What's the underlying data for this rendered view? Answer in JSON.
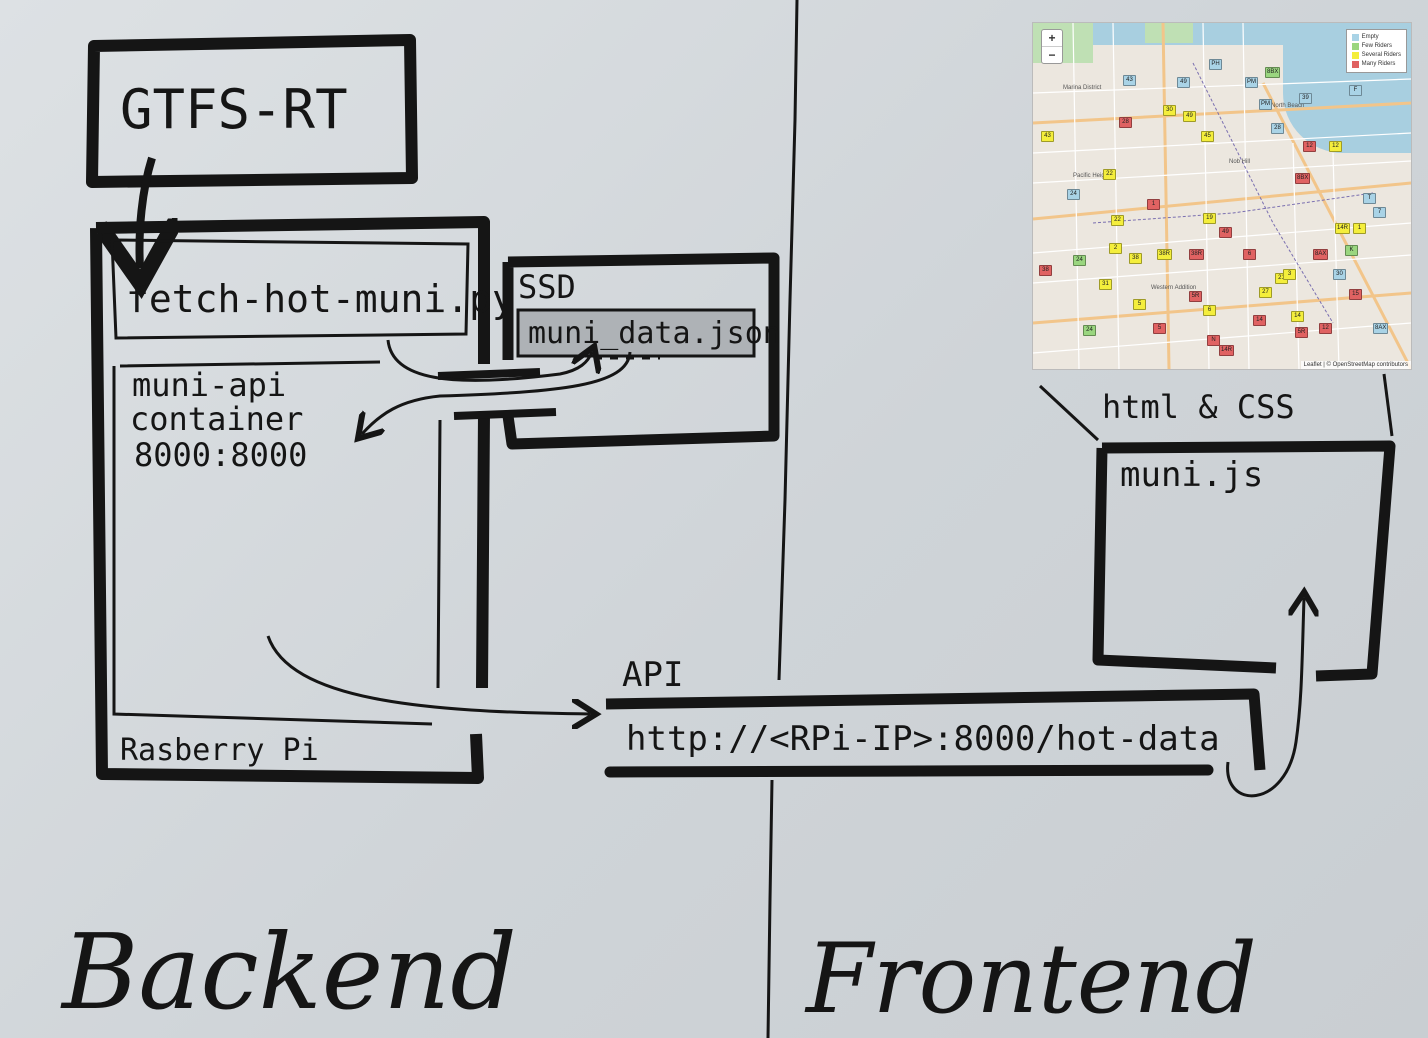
{
  "backend": {
    "gtfs_label": "GTFS-RT",
    "script_label": "fetch-hot-muni.py",
    "container_line1": "muni-api",
    "container_line2": "container",
    "container_line3": "8000:8000",
    "ssd_label": "SSD",
    "json_file_label": "muni_data.json",
    "pi_label": "Rasberry Pi",
    "section_label": "Backend"
  },
  "api": {
    "label": "API",
    "url": "http://<RPi-IP>:8000/hot-data"
  },
  "frontend": {
    "html_css_label": "html & CSS",
    "js_label": "muni.js",
    "section_label": "Frontend"
  },
  "map": {
    "zoom_in": "+",
    "zoom_out": "−",
    "legend": [
      {
        "label": "Empty",
        "color": "#a9d3e6"
      },
      {
        "label": "Few Riders",
        "color": "#9ad67f"
      },
      {
        "label": "Several Riders",
        "color": "#f4ee3c"
      },
      {
        "label": "Many Riders",
        "color": "#e06262"
      }
    ],
    "attribution": "Leaflet | © OpenStreetMap contributors",
    "place_labels": [
      "Marina District",
      "Nob Hill",
      "North Beach",
      "Western Addition",
      "Pacific Heights"
    ],
    "markers": [
      {
        "t": "PH",
        "c": "empty"
      },
      {
        "t": "43",
        "c": "empty"
      },
      {
        "t": "49",
        "c": "empty"
      },
      {
        "t": "8BX",
        "c": "few"
      },
      {
        "t": "PM",
        "c": "empty"
      },
      {
        "t": "30",
        "c": "several"
      },
      {
        "t": "28",
        "c": "many"
      },
      {
        "t": "49",
        "c": "several"
      },
      {
        "t": "45",
        "c": "several"
      },
      {
        "t": "12",
        "c": "many"
      },
      {
        "t": "12",
        "c": "several"
      },
      {
        "t": "22",
        "c": "several"
      },
      {
        "t": "43",
        "c": "several"
      },
      {
        "t": "8BX",
        "c": "many"
      },
      {
        "t": "24",
        "c": "empty"
      },
      {
        "t": "1",
        "c": "many"
      },
      {
        "t": "19",
        "c": "several"
      },
      {
        "t": "22",
        "c": "several"
      },
      {
        "t": "38",
        "c": "several"
      },
      {
        "t": "38R",
        "c": "several"
      },
      {
        "t": "38R",
        "c": "many"
      },
      {
        "t": "14R",
        "c": "several"
      },
      {
        "t": "8AX",
        "c": "many"
      },
      {
        "t": "24",
        "c": "few"
      },
      {
        "t": "31",
        "c": "several"
      },
      {
        "t": "5R",
        "c": "many"
      },
      {
        "t": "27",
        "c": "several"
      },
      {
        "t": "14",
        "c": "many"
      },
      {
        "t": "15",
        "c": "many"
      },
      {
        "t": "38",
        "c": "many"
      },
      {
        "t": "5",
        "c": "several"
      },
      {
        "t": "6",
        "c": "several"
      },
      {
        "t": "14",
        "c": "several"
      },
      {
        "t": "12",
        "c": "many"
      },
      {
        "t": "8AX",
        "c": "empty"
      },
      {
        "t": "24",
        "c": "few"
      },
      {
        "t": "N",
        "c": "many"
      },
      {
        "t": "14R",
        "c": "many"
      },
      {
        "t": "5R",
        "c": "many"
      },
      {
        "t": "21",
        "c": "several"
      },
      {
        "t": "7",
        "c": "empty"
      },
      {
        "t": "30",
        "c": "empty"
      },
      {
        "t": "K",
        "c": "few"
      },
      {
        "t": "F",
        "c": "empty"
      },
      {
        "t": "39",
        "c": "empty"
      },
      {
        "t": "PM",
        "c": "empty"
      },
      {
        "t": "28",
        "c": "empty"
      },
      {
        "t": "2",
        "c": "several"
      },
      {
        "t": "3",
        "c": "several"
      },
      {
        "t": "49",
        "c": "many"
      },
      {
        "t": "1",
        "c": "several"
      },
      {
        "t": "6",
        "c": "many"
      },
      {
        "t": "T",
        "c": "empty"
      },
      {
        "t": "5",
        "c": "many"
      }
    ]
  }
}
